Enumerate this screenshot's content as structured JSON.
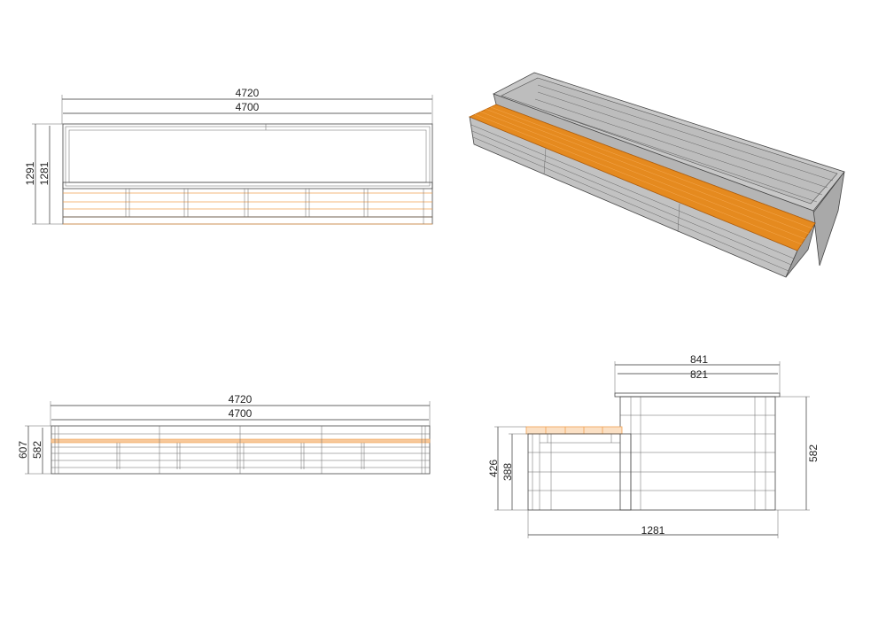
{
  "colors": {
    "bench_wood": "#e58a1f",
    "frame_grey": "#b9b9b9",
    "outline": "#444444"
  },
  "views": {
    "top": {
      "dim_length_outer": "4720",
      "dim_length_inner": "4700",
      "dim_depth_outer": "1291",
      "dim_depth_inner": "1281"
    },
    "front": {
      "dim_length_outer": "4720",
      "dim_length_inner": "4700",
      "dim_height_outer": "607",
      "dim_height_inner": "582"
    },
    "side": {
      "dim_top_outer": "841",
      "dim_top_inner": "821",
      "dim_planter_height": "582",
      "dim_bench_height": "426",
      "dim_bench_frame_height": "388",
      "dim_total_depth": "1281"
    }
  }
}
